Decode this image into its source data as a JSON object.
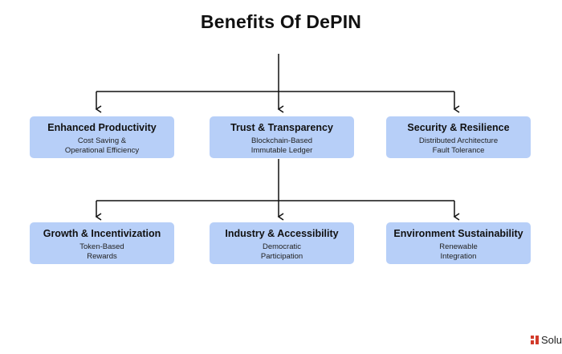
{
  "title": "Benefits Of DePIN",
  "row1": [
    {
      "heading": "Enhanced Productivity",
      "line1": "Cost Saving &",
      "line2": "Operational Efficiency"
    },
    {
      "heading": "Trust & Transparency",
      "line1": "Blockchain-Based",
      "line2": "Immutable Ledger"
    },
    {
      "heading": "Security & Resilience",
      "line1": "Distributed Architecture",
      "line2": "Fault Tolerance"
    }
  ],
  "row2": [
    {
      "heading": "Growth & Incentivization",
      "line1": "Token-Based",
      "line2": "Rewards"
    },
    {
      "heading": "Industry & Accessibility",
      "line1": "Democratic",
      "line2": "Participation"
    },
    {
      "heading": "Environment Sustainability",
      "line1": "Renewable",
      "line2": "Integration"
    }
  ],
  "brand": {
    "text": "Solu"
  },
  "colors": {
    "box": "#b7cff8",
    "connector": "#111111",
    "brand_icon": "#d23a2a"
  }
}
